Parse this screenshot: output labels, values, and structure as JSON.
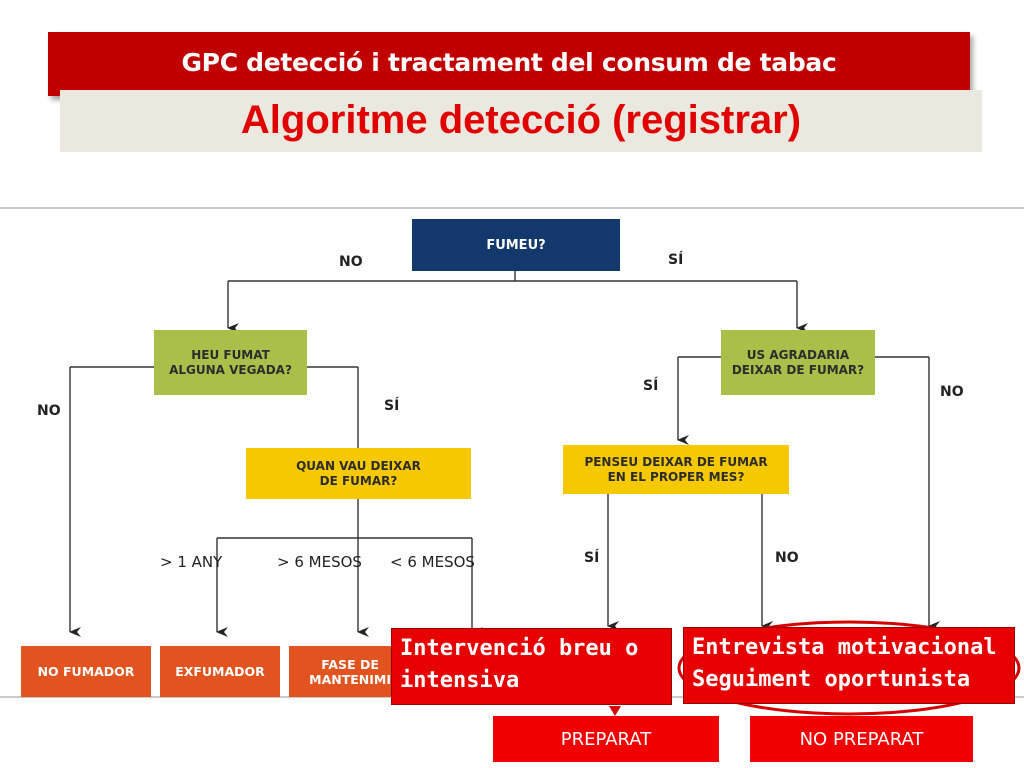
{
  "header": {
    "title": "GPC detecció i tractament del consum de tabac",
    "subtitle": "Algoritme detecció (registrar)"
  },
  "nodes": {
    "smokes": "FUMEU?",
    "ever_smoked": [
      "HEU FUMAT",
      "ALGUNA VEGADA?"
    ],
    "would_quit": [
      "US AGRADARIA",
      "DEIXAR DE FUMAR?"
    ],
    "when_quit": [
      "QUAN VAU DEIXAR",
      "DE FUMAR?"
    ],
    "next_month": [
      "PENSEU DEIXAR DE FUMAR",
      "EN EL PROPER MES?"
    ],
    "non_smoker": "NO FUMADOR",
    "ex_smoker": "EXFUMADOR",
    "maintenance": [
      "FASE DE",
      "MANTENIMI"
    ]
  },
  "edges": {
    "no": "NO",
    "yes": "SÍ",
    "over_1_year": "> 1 ANY",
    "over_6_months": "> 6 MESOS",
    "under_6_months": "< 6 MESOS"
  },
  "callouts": {
    "brief_intervention": [
      "Intervenció breu o",
      "intensiva"
    ],
    "motivational": [
      "Entrevista motivacional",
      "Seguiment oportunista"
    ]
  },
  "outcomes": {
    "prepared": "PREPARAT",
    "not_prepared": "NO PREPARAT"
  },
  "colors": {
    "header_red": "#c00000",
    "subtitle_red": "#e00000",
    "node_blue": "#13386b",
    "node_green": "#a8bf4a",
    "node_yellow": "#f5c800",
    "node_orange": "#e2541f",
    "callout_red": "#e60000"
  }
}
